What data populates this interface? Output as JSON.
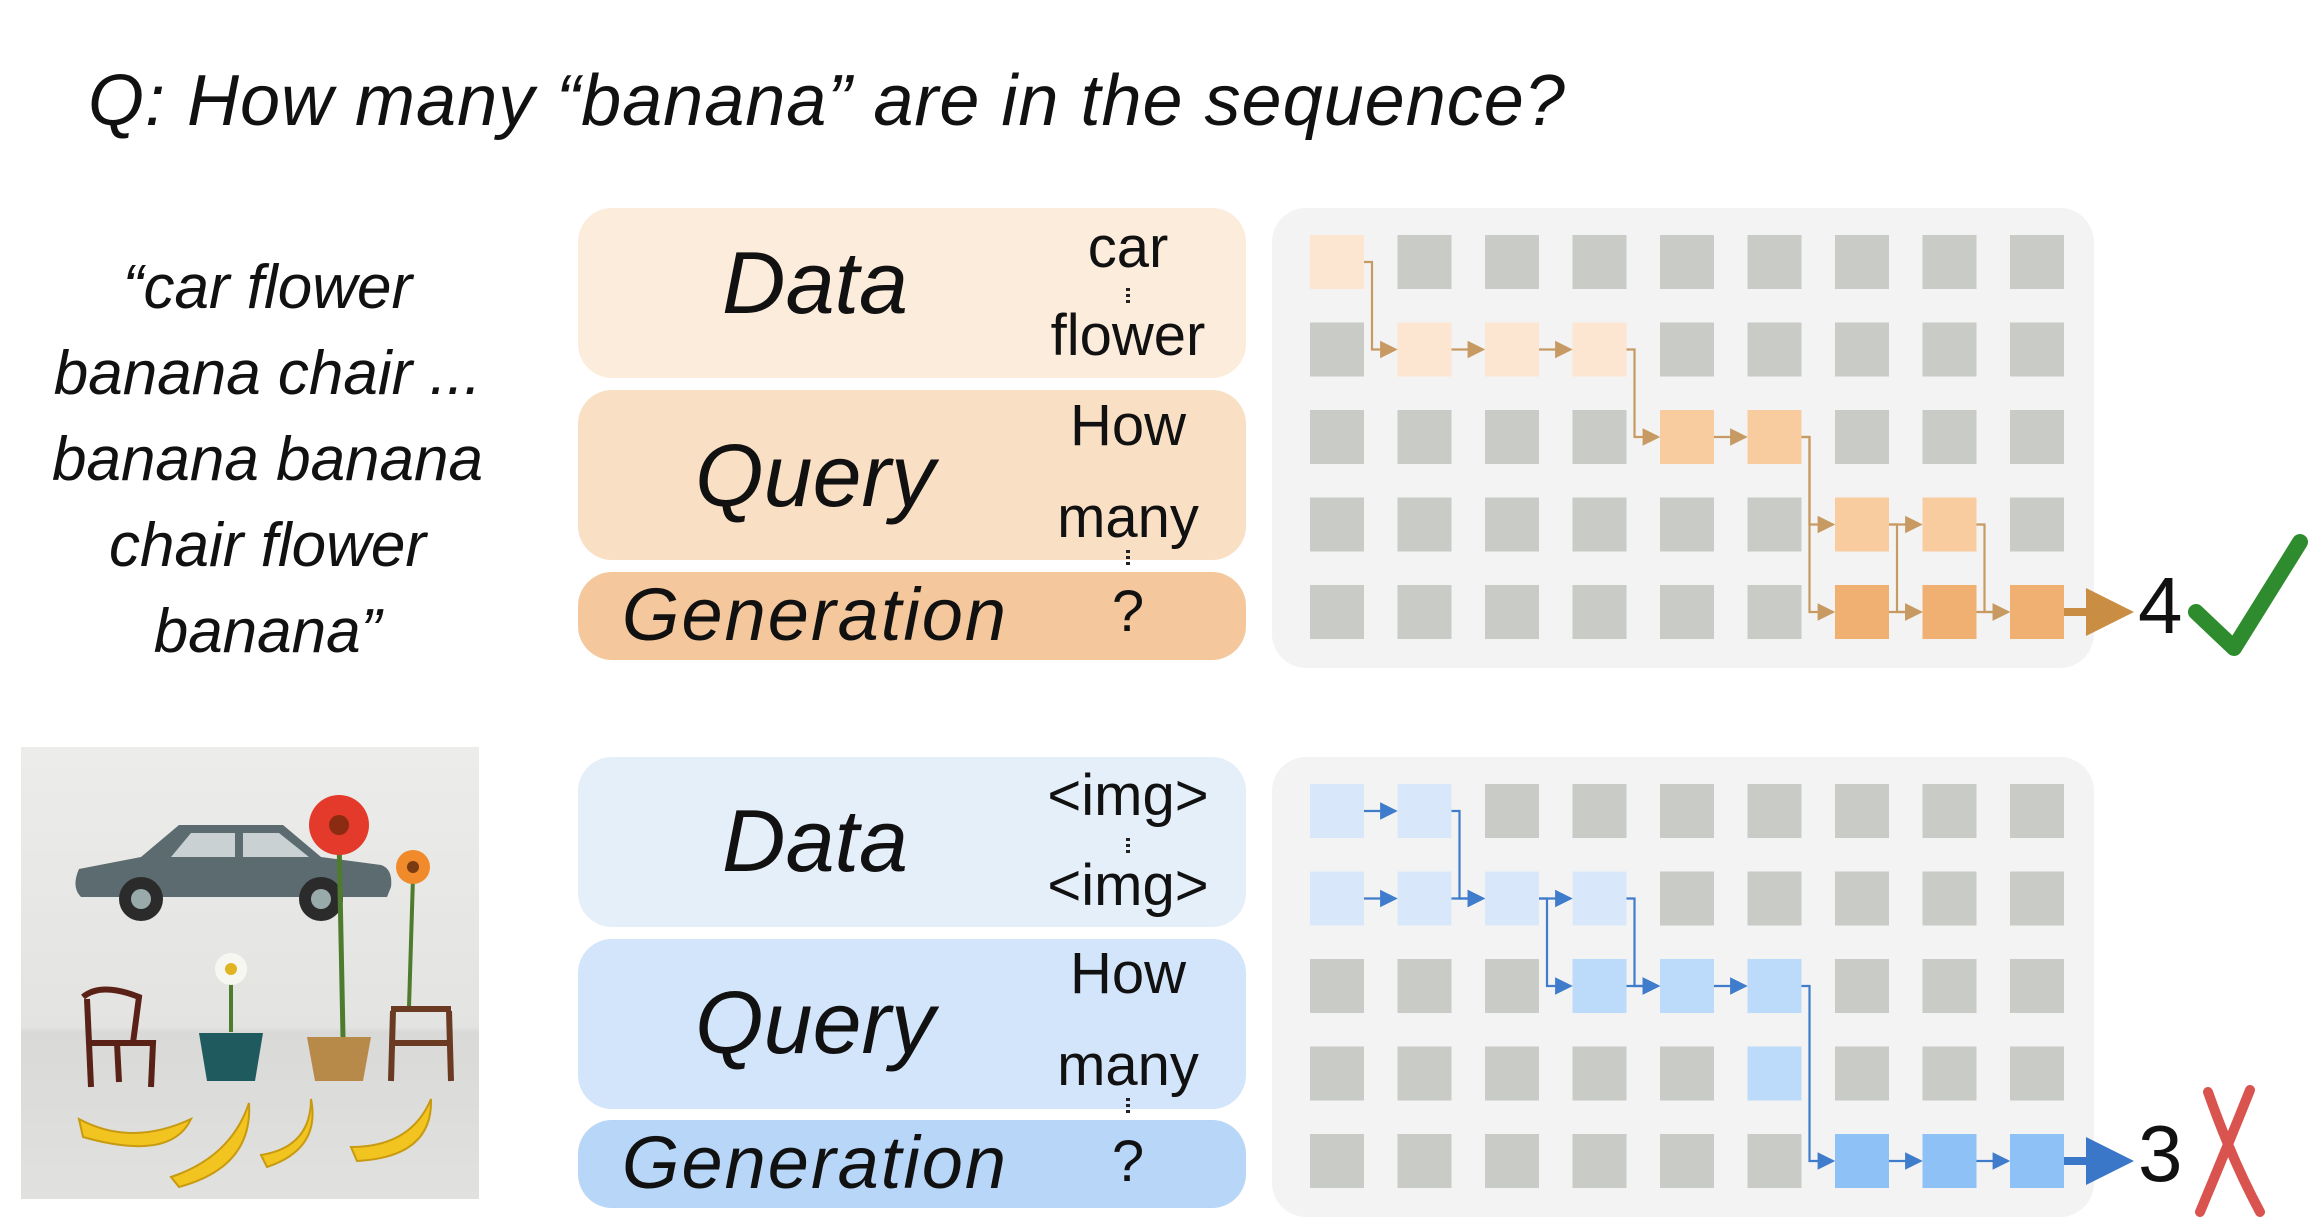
{
  "question": "Q: How many “banana” are in the sequence?",
  "text_sequence": "“car flower\nbanana chair ...\nbanana banana\nchair flower\nbanana”",
  "image_sequence": {
    "objects": [
      "car-icon",
      "flower-icon",
      "flower-icon",
      "flower-icon",
      "chair-icon",
      "pot-icon",
      "pot-icon",
      "stool-icon",
      "banana-icon",
      "banana-icon",
      "banana-icon",
      "banana-icon"
    ]
  },
  "rows": [
    {
      "id": "text",
      "labels": {
        "data": "Data",
        "query": "Query",
        "generation": "Generation",
        "data_token_top": "car",
        "data_token_bottom": "flower",
        "query_token_top": "How",
        "query_token_bottom": "many",
        "gen_token": "?"
      },
      "colors": {
        "data_bg": "#fcecdc",
        "query_bg": "#f9dfc4",
        "gen_bg": "#f4c89c",
        "light": "#fce6d2",
        "mid": "#f9ccA0",
        "dark": "#f0b072",
        "line": "#c89a63",
        "arrow": "#c98d43"
      },
      "grid": {
        "rows": 5,
        "cols": 9
      },
      "highlight_cells": [
        {
          "r": 0,
          "c": 0,
          "level": 1
        },
        {
          "r": 1,
          "c": 1,
          "level": 1
        },
        {
          "r": 1,
          "c": 2,
          "level": 1
        },
        {
          "r": 1,
          "c": 3,
          "level": 1
        },
        {
          "r": 2,
          "c": 4,
          "level": 2
        },
        {
          "r": 2,
          "c": 5,
          "level": 2
        },
        {
          "r": 3,
          "c": 6,
          "level": 2
        },
        {
          "r": 3,
          "c": 7,
          "level": 2
        },
        {
          "r": 4,
          "c": 6,
          "level": 3
        },
        {
          "r": 4,
          "c": 7,
          "level": 3
        },
        {
          "r": 4,
          "c": 8,
          "level": 3
        }
      ],
      "flow_arrows": [
        {
          "type": "elbow",
          "from": [
            0,
            0
          ],
          "to": [
            1,
            1
          ]
        },
        {
          "type": "h",
          "from": [
            1,
            1
          ],
          "to": [
            1,
            2
          ]
        },
        {
          "type": "h",
          "from": [
            1,
            2
          ],
          "to": [
            1,
            3
          ]
        },
        {
          "type": "elbow",
          "from": [
            1,
            3
          ],
          "to": [
            2,
            4
          ]
        },
        {
          "type": "h",
          "from": [
            2,
            4
          ],
          "to": [
            2,
            5
          ]
        },
        {
          "type": "elbow",
          "from": [
            2,
            5
          ],
          "to": [
            3,
            6
          ]
        },
        {
          "type": "elbow",
          "from": [
            2,
            5
          ],
          "to": [
            4,
            6
          ]
        },
        {
          "type": "h",
          "from": [
            3,
            6
          ],
          "to": [
            3,
            7
          ]
        },
        {
          "type": "elbow",
          "from": [
            3,
            6
          ],
          "to": [
            4,
            7
          ]
        },
        {
          "type": "elbow",
          "from": [
            3,
            7
          ],
          "to": [
            4,
            8
          ]
        },
        {
          "type": "h",
          "from": [
            4,
            6
          ],
          "to": [
            4,
            7
          ]
        },
        {
          "type": "h",
          "from": [
            4,
            7
          ],
          "to": [
            4,
            8
          ]
        }
      ],
      "result": "4",
      "result_mark": "check-icon",
      "mark_color": "#2e8b2e"
    },
    {
      "id": "image",
      "labels": {
        "data": "Data",
        "query": "Query",
        "generation": "Generation",
        "data_token_top": "<img>",
        "data_token_bottom": "<img>",
        "query_token_top": "How",
        "query_token_bottom": "many",
        "gen_token": "?"
      },
      "colors": {
        "data_bg": "#e5effa",
        "query_bg": "#d3e5fb",
        "gen_bg": "#b7d6f8",
        "light": "#d8e8fa",
        "mid": "#bcdaf9",
        "dark": "#8ec1f6",
        "line": "#3f7ccc",
        "arrow": "#3a77c8"
      },
      "grid": {
        "rows": 5,
        "cols": 9
      },
      "highlight_cells": [
        {
          "r": 0,
          "c": 0,
          "level": 1
        },
        {
          "r": 0,
          "c": 1,
          "level": 1
        },
        {
          "r": 1,
          "c": 0,
          "level": 1
        },
        {
          "r": 1,
          "c": 1,
          "level": 1
        },
        {
          "r": 1,
          "c": 2,
          "level": 1
        },
        {
          "r": 1,
          "c": 3,
          "level": 1
        },
        {
          "r": 2,
          "c": 3,
          "level": 2
        },
        {
          "r": 2,
          "c": 4,
          "level": 2
        },
        {
          "r": 2,
          "c": 5,
          "level": 2
        },
        {
          "r": 3,
          "c": 5,
          "level": 2
        },
        {
          "r": 4,
          "c": 6,
          "level": 3
        },
        {
          "r": 4,
          "c": 7,
          "level": 3
        },
        {
          "r": 4,
          "c": 8,
          "level": 3
        }
      ],
      "flow_arrows": [
        {
          "type": "h",
          "from": [
            0,
            0
          ],
          "to": [
            0,
            1
          ]
        },
        {
          "type": "h",
          "from": [
            1,
            0
          ],
          "to": [
            1,
            1
          ]
        },
        {
          "type": "elbow",
          "from": [
            0,
            1
          ],
          "to": [
            1,
            2
          ]
        },
        {
          "type": "h",
          "from": [
            1,
            1
          ],
          "to": [
            1,
            2
          ]
        },
        {
          "type": "h",
          "from": [
            1,
            2
          ],
          "to": [
            1,
            3
          ]
        },
        {
          "type": "elbow",
          "from": [
            1,
            2
          ],
          "to": [
            2,
            3
          ]
        },
        {
          "type": "elbow",
          "from": [
            1,
            3
          ],
          "to": [
            2,
            4
          ]
        },
        {
          "type": "h",
          "from": [
            2,
            3
          ],
          "to": [
            2,
            4
          ]
        },
        {
          "type": "h",
          "from": [
            2,
            4
          ],
          "to": [
            2,
            5
          ]
        },
        {
          "type": "elbow",
          "from": [
            2,
            5
          ],
          "to": [
            4,
            6
          ]
        },
        {
          "type": "h",
          "from": [
            4,
            6
          ],
          "to": [
            4,
            7
          ]
        },
        {
          "type": "h",
          "from": [
            4,
            7
          ],
          "to": [
            4,
            8
          ]
        }
      ],
      "result": "3",
      "result_mark": "cross-icon",
      "mark_color": "#d9534f"
    }
  ]
}
